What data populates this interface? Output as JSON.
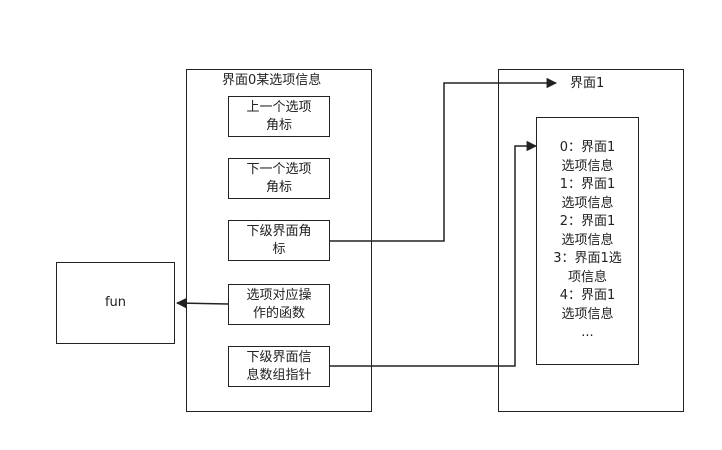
{
  "fun_box": {
    "label": "fun"
  },
  "screen0": {
    "title": "界面0某选项信息",
    "items": [
      {
        "label": "上一个选项\n角标"
      },
      {
        "label": "下一个选项\n角标"
      },
      {
        "label": "下级界面角\n标"
      },
      {
        "label": "选项对应操\n作的函数"
      },
      {
        "label": "下级界面信\n息数组指针"
      }
    ]
  },
  "screen1": {
    "title": "界面1",
    "list": "0：界面1\n选项信息\n1：界面1\n选项信息\n2：界面1\n选项信息\n3：界面1选\n项信息\n4：界面1\n选项信息\n..."
  },
  "colors": {
    "stroke": "#222222",
    "background": "#ffffff"
  }
}
